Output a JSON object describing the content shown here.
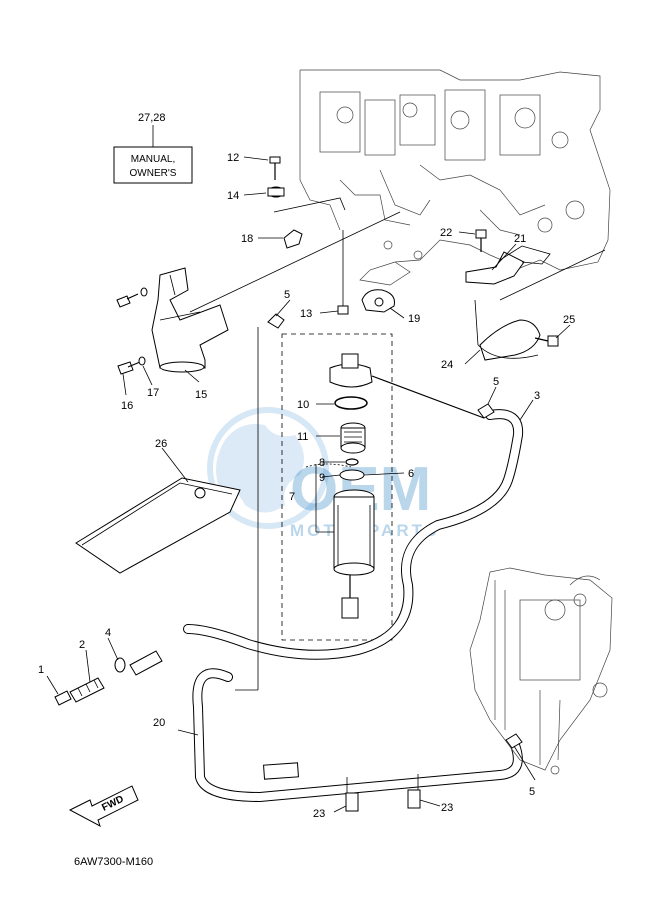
{
  "diagram_code": "6AW7300-M160",
  "manual_box": {
    "line1": "MANUAL,",
    "line2": "OWNER'S"
  },
  "fwd_label": "FWD",
  "watermark": {
    "main": "OEM",
    "sub": "MOTORPARTS"
  },
  "callouts": {
    "c1": "1",
    "c2": "2",
    "c3": "3",
    "c4": "4",
    "c5a": "5",
    "c5b": "5",
    "c5c": "5",
    "c6": "6",
    "c7": "7",
    "c8": "8",
    "c9": "9",
    "c10": "10",
    "c11": "11",
    "c12": "12",
    "c13": "13",
    "c14": "14",
    "c15": "15",
    "c16": "16",
    "c17": "17",
    "c18": "18",
    "c19": "19",
    "c20": "20",
    "c21": "21",
    "c22": "22",
    "c23a": "23",
    "c23b": "23",
    "c24": "24",
    "c25": "25",
    "c26": "26",
    "c2728": "27,28"
  }
}
